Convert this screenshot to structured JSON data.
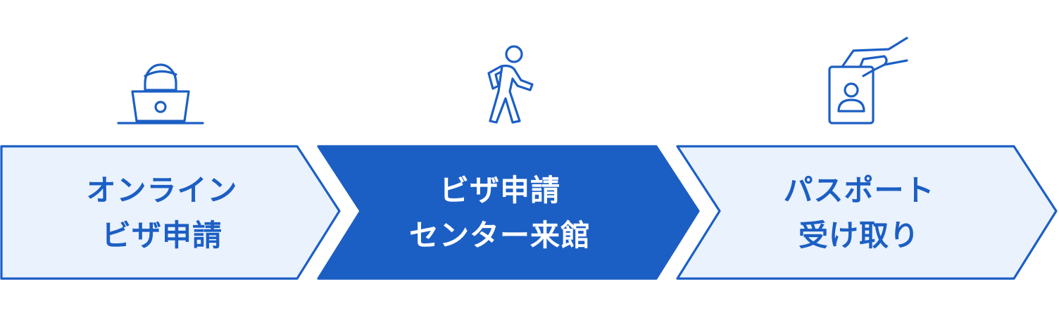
{
  "colors": {
    "accent": "#1c5fc4",
    "step_fill_light": "#eaf2fd",
    "step_fill_active": "#1c5fc4",
    "text_active": "#ffffff"
  },
  "steps": [
    {
      "icon": "person-at-laptop-icon",
      "line1": "オンライン",
      "line2": "ビザ申請",
      "active": false
    },
    {
      "icon": "walking-person-icon",
      "line1": "ビザ申請",
      "line2": "センター来館",
      "active": true
    },
    {
      "icon": "hand-receiving-passport-icon",
      "line1": "パスポート",
      "line2": "受け取り",
      "active": false
    }
  ]
}
